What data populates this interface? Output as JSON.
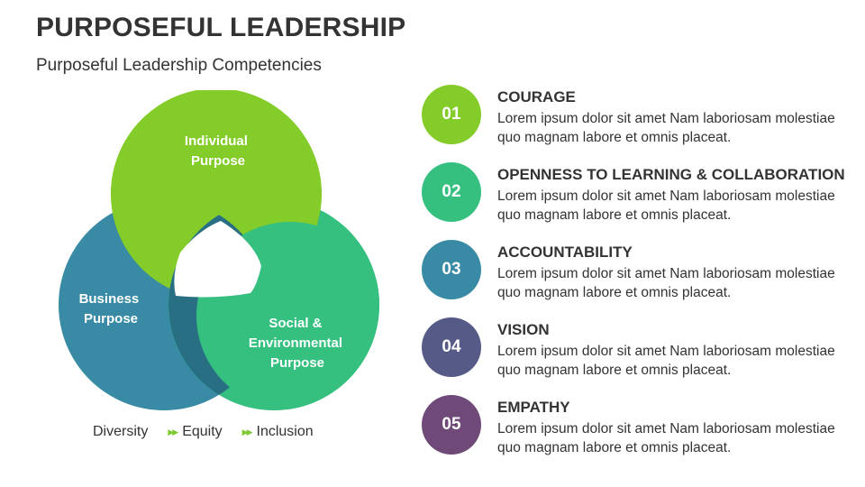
{
  "page": {
    "title": "PURPOSEFUL LEADERSHIP",
    "subtitle": "Purposeful Leadership Competencies"
  },
  "diagram": {
    "circles": [
      {
        "label_lines": [
          "Individual",
          "Purpose"
        ],
        "color": "#84cc29"
      },
      {
        "label_lines": [
          "Business",
          "Purpose"
        ],
        "color": "#388aa5"
      },
      {
        "label_lines": [
          "Social &",
          "Environmental",
          "Purpose"
        ],
        "color": "#35c080"
      }
    ],
    "footer": [
      "Diversity",
      "Equity",
      "Inclusion"
    ]
  },
  "competencies": [
    {
      "number": "01",
      "title": "COURAGE",
      "desc": "Lorem ipsum dolor sit amet Nam laboriosam molestiae quo magnam labore et omnis placeat.",
      "color": "#84cc29",
      "icon": "number-badge"
    },
    {
      "number": "02",
      "title": "OPENNESS TO LEARNING & COLLABORATION",
      "desc": "Lorem ipsum dolor sit amet Nam laboriosam molestiae quo magnam labore et omnis placeat.",
      "color": "#35c080",
      "icon": "number-badge"
    },
    {
      "number": "03",
      "title": "ACCOUNTABILITY",
      "desc": "Lorem ipsum dolor sit amet Nam laboriosam molestiae quo magnam labore et omnis placeat.",
      "color": "#388aa5",
      "icon": "number-badge"
    },
    {
      "number": "04",
      "title": "VISION",
      "desc": "Lorem ipsum dolor sit amet Nam laboriosam molestiae quo magnam labore et omnis placeat.",
      "color": "#565a87",
      "icon": "number-badge"
    },
    {
      "number": "05",
      "title": "EMPATHY",
      "desc": "Lorem ipsum dolor sit amet Nam laboriosam molestiae quo magnam labore et omnis placeat.",
      "color": "#6f4a79",
      "icon": "number-badge"
    }
  ]
}
